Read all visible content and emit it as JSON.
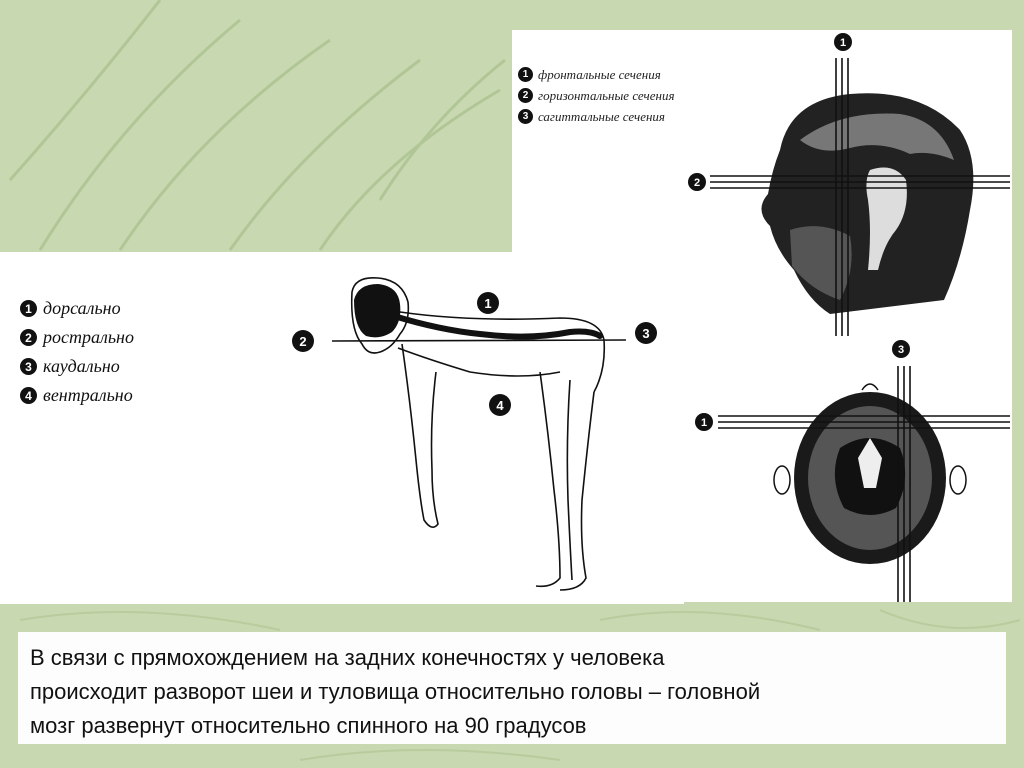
{
  "colors": {
    "background_green": "#c9d9b2",
    "fern_green": "#9fb884",
    "panel_white": "#ffffff",
    "ink": "#111111"
  },
  "direction_legend": {
    "items": [
      {
        "n": "1",
        "label": "дорсально"
      },
      {
        "n": "2",
        "label": "рострально"
      },
      {
        "n": "3",
        "label": "каудально"
      },
      {
        "n": "4",
        "label": "вентрально"
      }
    ]
  },
  "section_legend": {
    "items": [
      {
        "n": "1",
        "label": "фронтальные сечения"
      },
      {
        "n": "2",
        "label": "горизонтальные сечения"
      },
      {
        "n": "3",
        "label": "сагиттальные сечения"
      }
    ]
  },
  "figure_body": {
    "markers": [
      "1",
      "2",
      "3",
      "4"
    ]
  },
  "figure_sagittal": {
    "markers": [
      "1",
      "2"
    ]
  },
  "figure_axial": {
    "markers": [
      "3",
      "1"
    ]
  },
  "caption": {
    "line1": "В связи с прямохождением на задних конечностях у  человека",
    "line2": "происходит разворот шеи и туловища относительно головы – головной",
    "line3": "мозг развернут относительно спинного на 90 градусов"
  }
}
